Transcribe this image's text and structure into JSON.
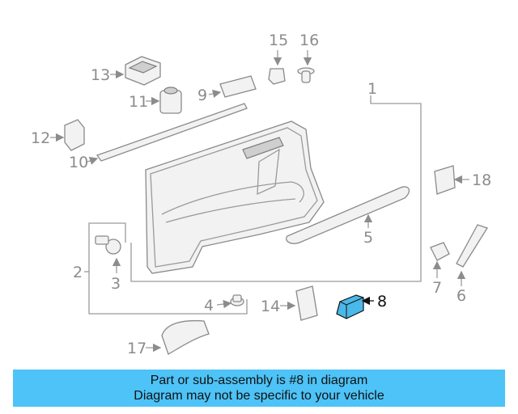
{
  "callouts": {
    "c1": "1",
    "c2": "2",
    "c3": "3",
    "c4": "4",
    "c5": "5",
    "c6": "6",
    "c7": "7",
    "c8": "8",
    "c9": "9",
    "c10": "10",
    "c11": "11",
    "c12": "12",
    "c13": "13",
    "c14": "14",
    "c15": "15",
    "c16": "16",
    "c17": "17",
    "c18": "18"
  },
  "highlight_color": "#4ab8e8",
  "banner": {
    "line1": "Part or sub-assembly is #8 in diagram",
    "line2": "Diagram may not be specific to your vehicle",
    "color": "#4dc3f7"
  }
}
